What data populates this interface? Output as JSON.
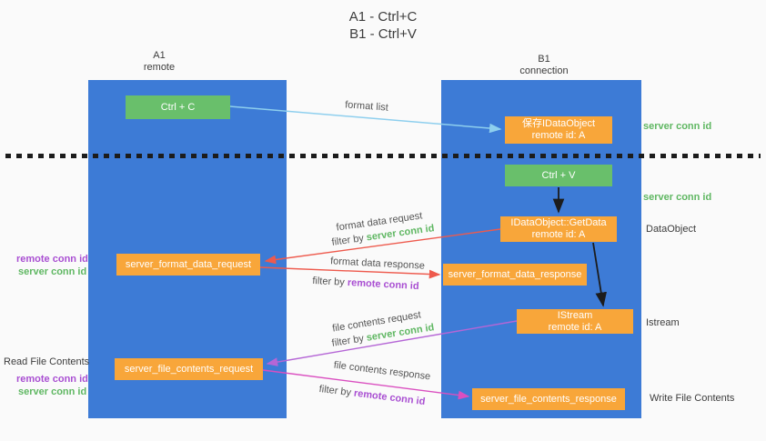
{
  "title": {
    "line1": "A1 - Ctrl+C",
    "line2": "B1 - Ctrl+V"
  },
  "lanes": {
    "left": {
      "name": "A1",
      "subtitle": "remote"
    },
    "right": {
      "name": "B1",
      "subtitle": "connection"
    }
  },
  "boxes": {
    "ctrl_c": {
      "label": "Ctrl + C"
    },
    "save_idataobject": {
      "line1": "保存IDataObject",
      "line2": "remote id: A"
    },
    "ctrl_v": {
      "label": "Ctrl + V"
    },
    "getdata": {
      "line1": "IDataObject::GetData",
      "line2": "remote id: A"
    },
    "format_request": {
      "label": "server_format_data_request"
    },
    "format_response": {
      "label": "server_format_data_response"
    },
    "istream": {
      "line1": "IStream",
      "line2": "remote id: A"
    },
    "file_request": {
      "label": "server_file_contents_request"
    },
    "file_response": {
      "label": "server_file_contents_response"
    }
  },
  "annotations": {
    "format_list": "format list",
    "format_data_request": "format data request",
    "format_data_response": "format data response",
    "file_contents_request": "file contents request",
    "file_contents_response": "file contents response",
    "filter_by": "filter by",
    "server_conn_id": "server conn id",
    "remote_conn_id": "remote conn id",
    "dataobject": "DataObject",
    "istream": "Istream",
    "read_file_contents": "Read File Contents",
    "write_file_contents": "Write File Contents"
  },
  "colors": {
    "lane_blue": "#3d7bd6",
    "box_green": "#69bf6b",
    "box_orange": "#f8a63a",
    "arrow_blue": "#8ecfee",
    "arrow_red": "#ee5a4d",
    "arrow_violet": "#b566d6",
    "arrow_magenta": "#da4fc0",
    "text_green": "#5fb762",
    "text_purple": "#a94fd2"
  }
}
